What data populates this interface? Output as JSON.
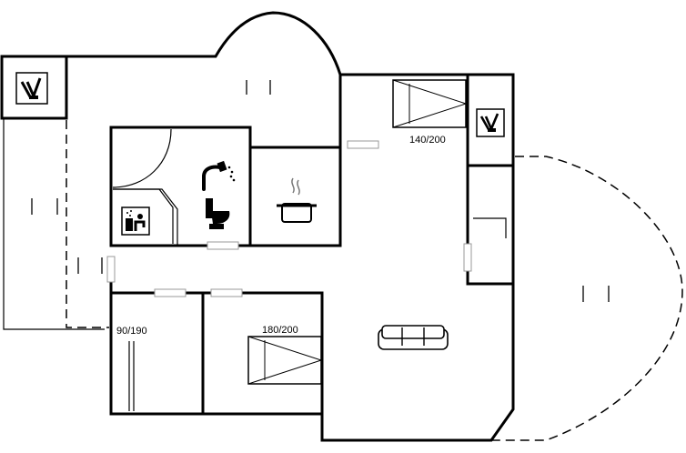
{
  "floorplan": {
    "labels": {
      "bed_top_right": "140/200",
      "bed_bottom": "180/200",
      "bed_left": "90/190"
    },
    "icons": [
      "fireplace-icon",
      "shower-icon",
      "toilet-icon",
      "sauna-icon",
      "kitchen-pot-icon",
      "sofa-icon",
      "bed-icon"
    ]
  }
}
